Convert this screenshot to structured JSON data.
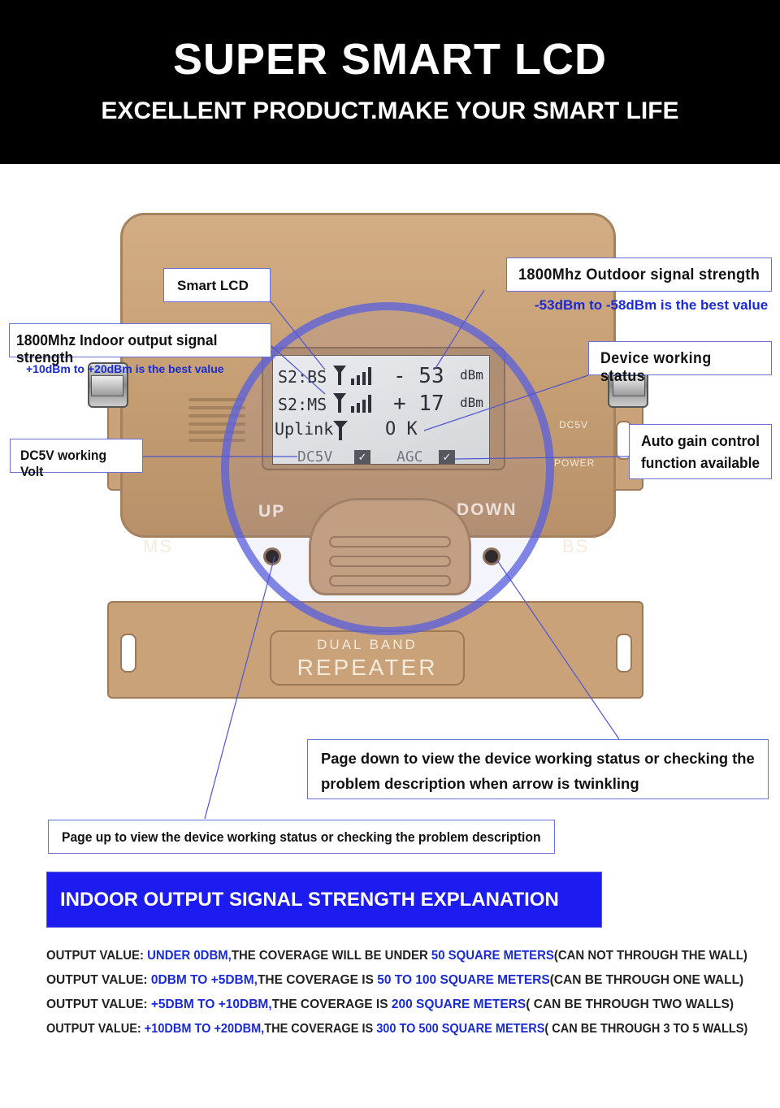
{
  "header": {
    "title": "SUPER SMART LCD",
    "subtitle": "EXCELLENT PRODUCT.MAKE YOUR SMART LIFE"
  },
  "device": {
    "lcd": {
      "row1_label": "S2:BS",
      "row1_value": "- 53",
      "row1_unit": "dBm",
      "row2_label": "S2:MS",
      "row2_value": "+ 17",
      "row2_unit": "dBm",
      "row3_label": "Uplink",
      "row3_value": "O K",
      "row4_left": "DC5V",
      "row4_right": "AGC"
    },
    "label_dc5v": "DC5V",
    "label_power": "POWER",
    "label_up": "UP",
    "label_down": "DOWN",
    "label_ms": "MS",
    "label_bs": "BS",
    "nameplate_top": "DUAL BAND",
    "nameplate_main": "REPEATER"
  },
  "callouts": {
    "smart_lcd": "Smart LCD",
    "outdoor": "1800Mhz Outdoor signal strength",
    "outdoor_note": "-53dBm to -58dBm is the best value",
    "indoor": "1800Mhz Indoor output signal strength",
    "indoor_note": "+10dBm to +20dBm is the best value",
    "status": "Device working status",
    "dc5v": "DC5V working Volt",
    "agc_line1": "Auto gain control",
    "agc_line2": "function available",
    "page_down_line1": "Page down to view the device working status or checking  the",
    "page_down_line2": "problem description when arrow is twinkling",
    "page_up": "Page up to view the device working status or checking the problem description"
  },
  "explanation": {
    "title": "INDOOR OUTPUT SIGNAL STRENGTH EXPLANATION",
    "lines": [
      {
        "prefix": "OUTPUT VALUE: ",
        "range": "UNDER 0DBM,",
        "mid": "THE COVERAGE WILL BE UNDER ",
        "area": "50 SQUARE METERS",
        "suffix": "(CAN NOT THROUGH THE WALL)"
      },
      {
        "prefix": "OUTPUT VALUE: ",
        "range": "0DBM TO +5DBM,",
        "mid": "THE COVERAGE IS ",
        "area": "50 TO 100 SQUARE METERS",
        "suffix": "(CAN BE THROUGH ONE WALL)"
      },
      {
        "prefix": "OUTPUT VALUE: ",
        "range": "+5DBM TO +10DBM,",
        "mid": "THE COVERAGE IS ",
        "area": "200 SQUARE METERS",
        "suffix": "( CAN BE THROUGH TWO WALLS)"
      },
      {
        "prefix": "OUTPUT VALUE: ",
        "range": "+10DBM TO +20DBM,",
        "mid": "THE COVERAGE IS ",
        "area": "300 TO 500 SQUARE METERS",
        "suffix": "( CAN BE THROUGH 3 TO 5 WALLS)"
      }
    ]
  },
  "colors": {
    "header_bg": "#000000",
    "banner_bg": "#1c1cf0",
    "highlight_blue": "#1a2bd4",
    "device_gold": "#c9a27a",
    "callout_border": "#6a6fd8"
  }
}
